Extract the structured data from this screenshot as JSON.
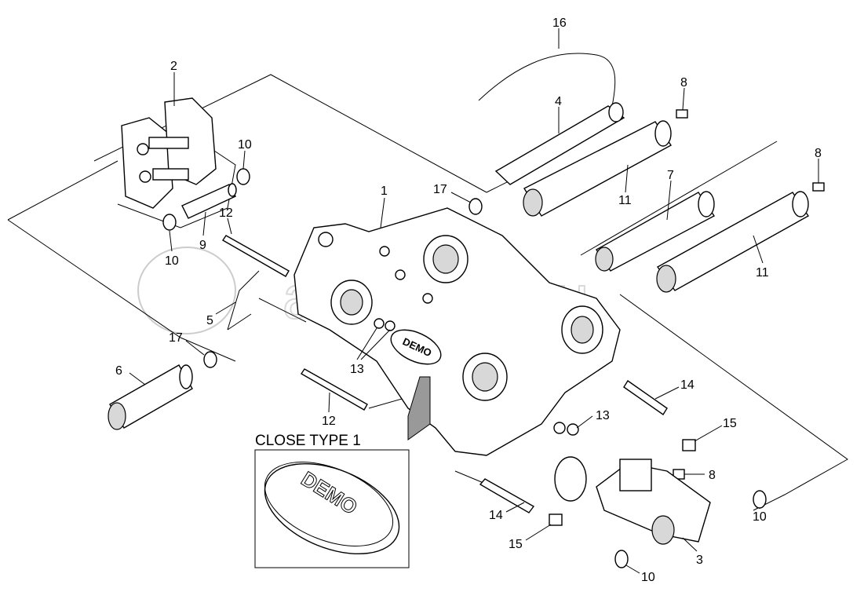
{
  "diagram": {
    "inset_title": "CLOSE TYPE 1",
    "watermark": "autopiter.ru",
    "logo_text": "DEMO",
    "callouts": {
      "c16": "16",
      "c2": "2",
      "c8a": "8",
      "c4": "4",
      "c10a": "10",
      "c8b": "8",
      "c7": "7",
      "c1": "1",
      "c17a": "17",
      "c11a": "11",
      "c12a": "12",
      "c10b": "10",
      "c9": "9",
      "c11b": "11",
      "c5": "5",
      "c17b": "17",
      "c13a": "13",
      "c6": "6",
      "c14a": "14",
      "c12b": "12",
      "c13b": "13",
      "c15a": "15",
      "c8c": "8",
      "c10c": "10",
      "c14b": "14",
      "c15b": "15",
      "c3": "3",
      "c10d": "10"
    }
  }
}
